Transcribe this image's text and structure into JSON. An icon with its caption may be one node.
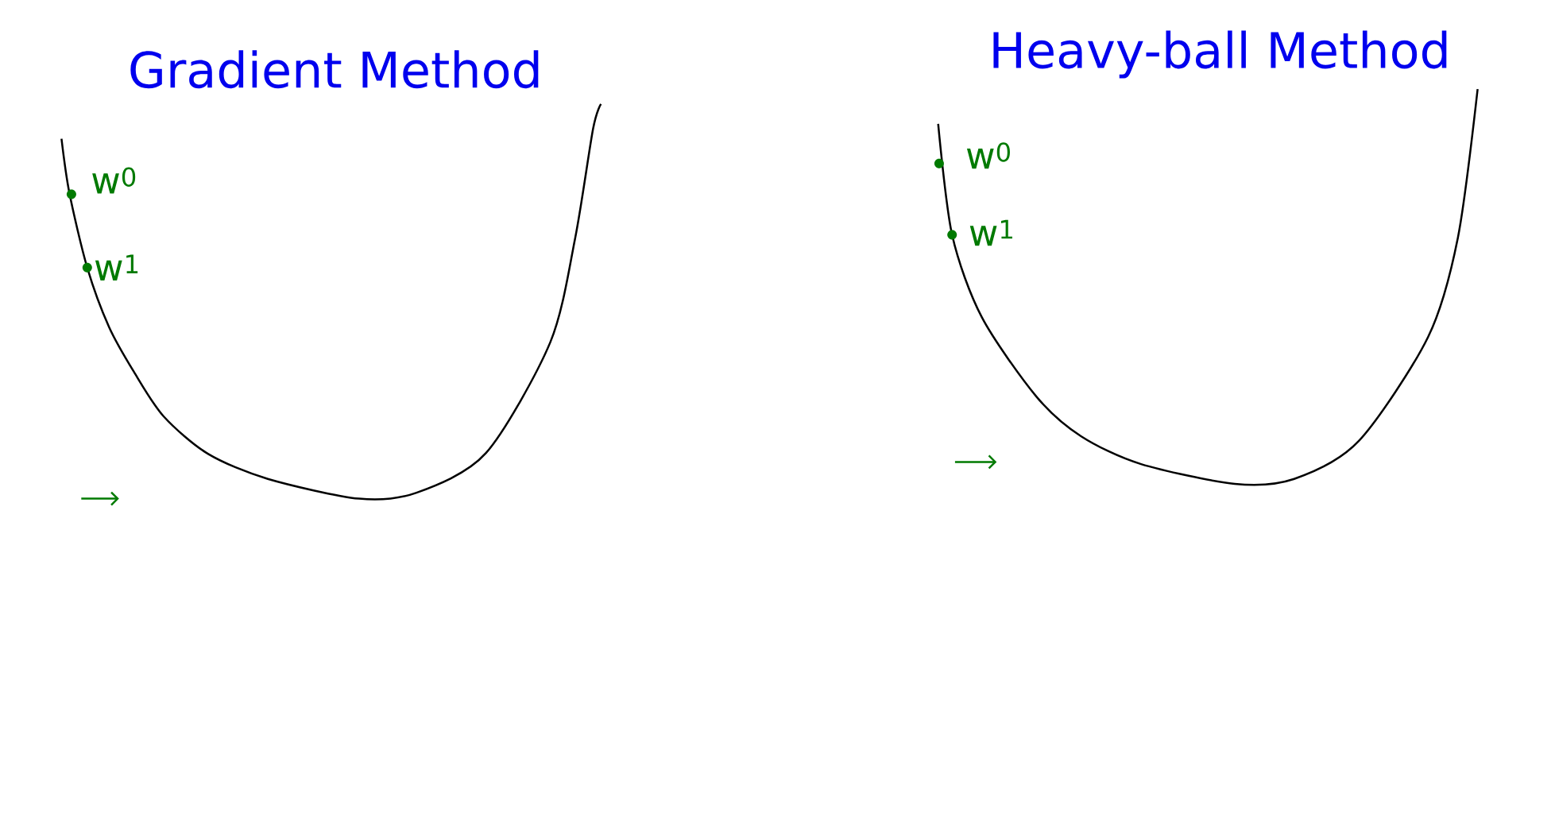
{
  "diagram": {
    "labels": [
      "Gradient Method",
      "w$^{0}$",
      "w$^{1}$",
      "Heavy-ball Method",
      "w$^{0}$",
      "w$^{1}$"
    ]
  }
}
